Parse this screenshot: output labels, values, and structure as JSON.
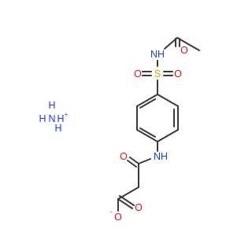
{
  "atoms": {
    "amide_nh": "NH",
    "amide_o": "O",
    "sulfur": "S",
    "sulfonyl_o_left": "O",
    "sulfonyl_o_right": "O",
    "anilide_nh": "NH",
    "anilide_o": "O",
    "carboxylate_o_minus": "O",
    "carboxylate_o": "O",
    "ammonium_n": "N",
    "ammonium_h1": "H",
    "ammonium_h2": "H",
    "ammonium_h3": "H",
    "ammonium_h4": "H"
  },
  "charges": {
    "carboxylate": "-",
    "ammonium": "+"
  },
  "subscripts": {
    "ammonium_h": "4"
  },
  "colors": {
    "bond": "#3a3a3a",
    "nitrogen": "#1c3df0",
    "oxygen": "#e8100e",
    "sulfur": "#c9a800",
    "background": "#ffffff"
  }
}
